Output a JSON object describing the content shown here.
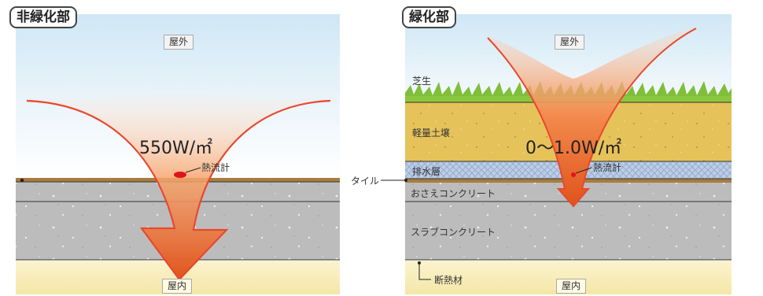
{
  "left": {
    "title": "非緑化部",
    "outdoor": "屋外",
    "indoor": "屋内",
    "flux": "550W/㎡",
    "sensor": "熱流計"
  },
  "right": {
    "title": "緑化部",
    "outdoor": "屋外",
    "indoor": "屋内",
    "flux": "0〜1.0W/㎡",
    "sensor": "熱流計",
    "layers": {
      "grass": "芝生",
      "soil": "軽量土壌",
      "drain": "排水層",
      "protect": "おさえコンクリート",
      "slab": "スラブコンクリート",
      "insulation": "断熱材"
    }
  },
  "shared": {
    "tile": "タイル"
  },
  "colors": {
    "sky_top": "#cfe7f5",
    "indoor_floor": "#f6ecb8",
    "concrete": "#b9b9b9",
    "soil": "#e6c25a",
    "drain": "#b8c9e2",
    "grass": "#7fbf3a",
    "arrow_outline": "#e8482f"
  }
}
